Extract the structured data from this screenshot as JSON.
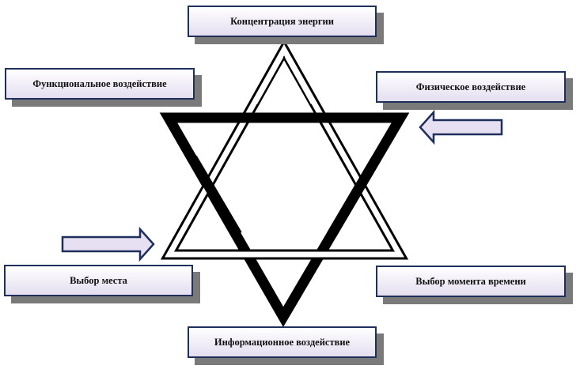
{
  "labels": {
    "top": "Концентрация энергии",
    "top_left": "Функциональное воздействие",
    "top_right": "Физическое воздействие",
    "bottom_left": "Выбор места",
    "bottom_right": "Выбор момента времени",
    "bottom": "Информационное воздействие"
  },
  "colors": {
    "box_border": "#1f2f5c",
    "box_shadow": "#7a7a7a",
    "box_fill": "#e4def0",
    "arrow_border": "#1f2f5c",
    "arrow_fill": "#e6e0f2",
    "star_outline": "#000000",
    "star_inner_outline": "#3a3a3a"
  },
  "icons": {
    "star": "hexagram-star-icon",
    "arrow_right": "arrow-right-icon",
    "arrow_left": "arrow-left-icon"
  }
}
